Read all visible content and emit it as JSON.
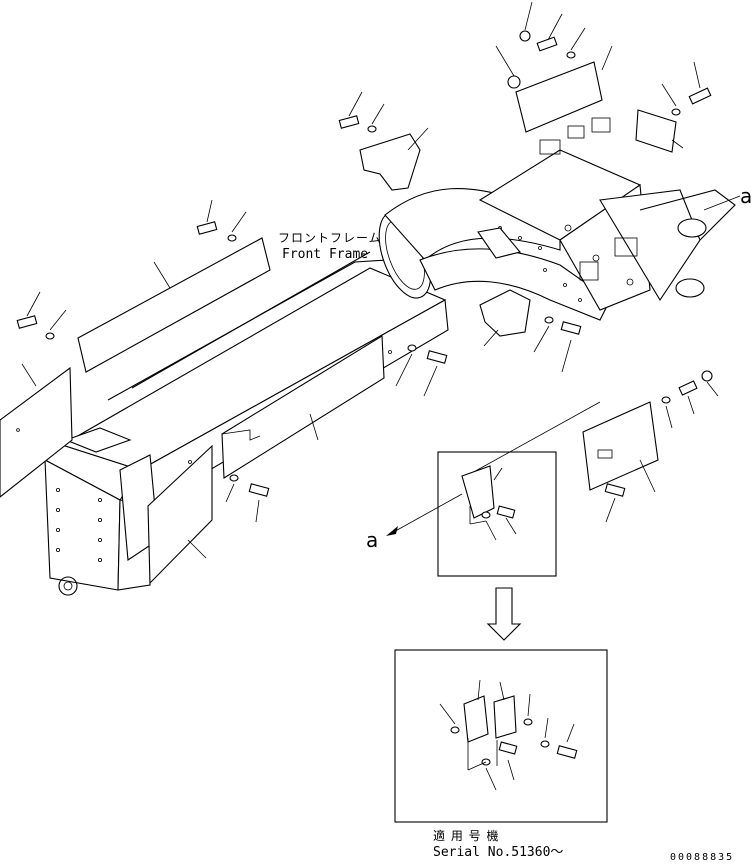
{
  "labels": {
    "front_frame_jp": "フロントフレーム",
    "front_frame_en": "Front Frame",
    "detail_marker_top": "a",
    "detail_marker_left": "a",
    "serial_jp": "適 用 号 機",
    "serial_en": "Serial No.51360〜",
    "drawing_number": "00088835"
  }
}
